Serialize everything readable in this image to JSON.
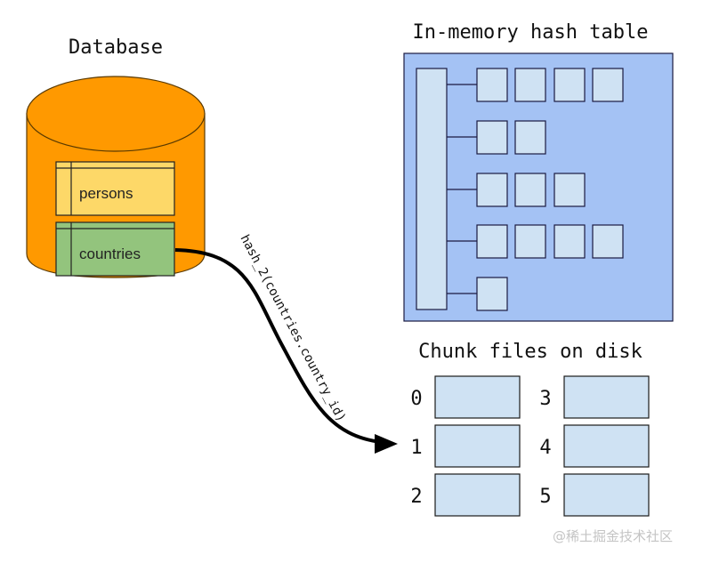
{
  "database": {
    "title": "Database",
    "tables": [
      {
        "name": "persons",
        "color": "#fdd868"
      },
      {
        "name": "countries",
        "color": "#93c47d"
      }
    ],
    "cylinder_color": "#ff9900"
  },
  "arrow": {
    "label": "hash_2(countries.country_id)"
  },
  "hash_table": {
    "title": "In-memory hash table",
    "background": "#a4c2f4",
    "bucket_color": "#cfe2f3",
    "chains": [
      4,
      2,
      3,
      4,
      1
    ]
  },
  "chunks": {
    "title": "Chunk files on disk",
    "files": [
      {
        "label": "0"
      },
      {
        "label": "1"
      },
      {
        "label": "2"
      },
      {
        "label": "3"
      },
      {
        "label": "4"
      },
      {
        "label": "5"
      }
    ]
  },
  "watermark": "@稀土掘金技术社区"
}
